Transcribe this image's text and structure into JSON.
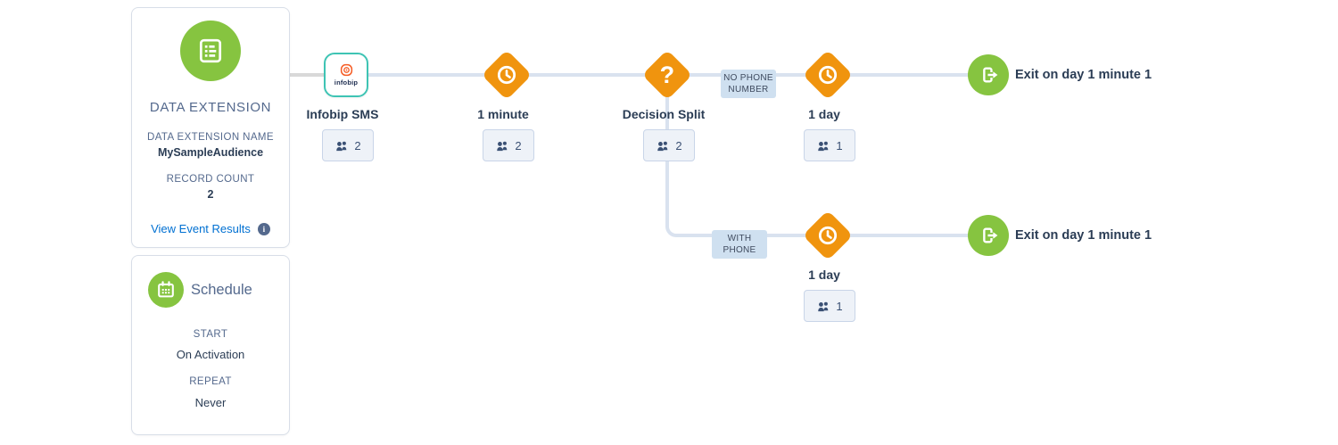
{
  "colors": {
    "activity_orange": "#F0940E",
    "entry_green": "#86C440",
    "entry_border_teal": "#3EC4B4",
    "connector_blue": "#D9E2EF",
    "link_blue": "#0070D2",
    "label_gray_blue": "#54698D",
    "dark_text": "#2B3D55",
    "badge_bg": "#EEF2F8",
    "path_label_bg": "#CFE0F0",
    "infobip_logo_orange": "#F55B23"
  },
  "sidebar": {
    "data_extension": {
      "icon": "list-icon",
      "title": "DATA EXTENSION",
      "fields": [
        {
          "label": "DATA EXTENSION NAME",
          "value": "MySampleAudience"
        },
        {
          "label": "RECORD COUNT",
          "value": "2"
        }
      ],
      "link_label": "View Event Results",
      "info_icon": "info-icon",
      "info_glyph": "i"
    },
    "schedule": {
      "icon": "calendar-icon",
      "title": "Schedule",
      "fields": [
        {
          "label": "START",
          "value": "On Activation"
        },
        {
          "label": "REPEAT",
          "value": "Never"
        }
      ]
    }
  },
  "canvas": {
    "entry": {
      "label": "Infobip SMS",
      "logo_text": "infobip",
      "count": "2",
      "icon": "infobip-logo-icon"
    },
    "wait_1_minute": {
      "label": "1 minute",
      "count": "2",
      "icon": "clock-icon"
    },
    "decision_split": {
      "label": "Decision Split",
      "count": "2",
      "glyph": "?",
      "icon": "question-mark-icon"
    },
    "wait_1_day_top": {
      "label": "1 day",
      "count": "1",
      "icon": "clock-icon"
    },
    "wait_1_day_bottom": {
      "label": "1 day",
      "count": "1",
      "icon": "clock-icon"
    },
    "exit_top": {
      "label": "Exit on day 1 minute 1",
      "icon": "exit-icon"
    },
    "exit_bottom": {
      "label": "Exit on day 1 minute 1",
      "icon": "exit-icon"
    },
    "path_labels": {
      "top": "NO PHONE NUMBER",
      "bottom": "WITH PHONE"
    }
  }
}
